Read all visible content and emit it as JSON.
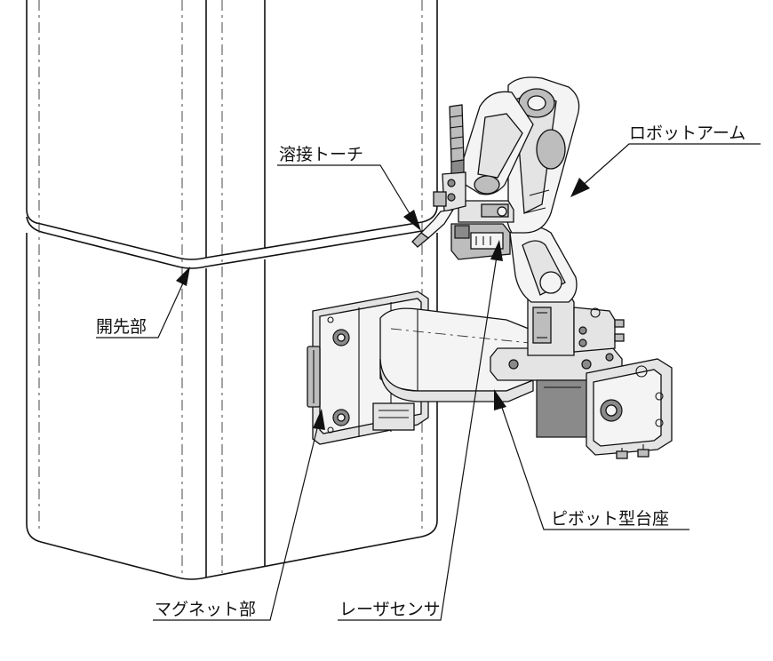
{
  "labels": {
    "welding_torch": "溶接トーチ",
    "robot_arm": "ロボットアーム",
    "groove": "開先部",
    "pivot_base": "ピボット型台座",
    "magnet": "マグネット部",
    "laser_sensor": "レーザセンサ"
  },
  "colors": {
    "line": "#111111",
    "background": "#ffffff"
  }
}
